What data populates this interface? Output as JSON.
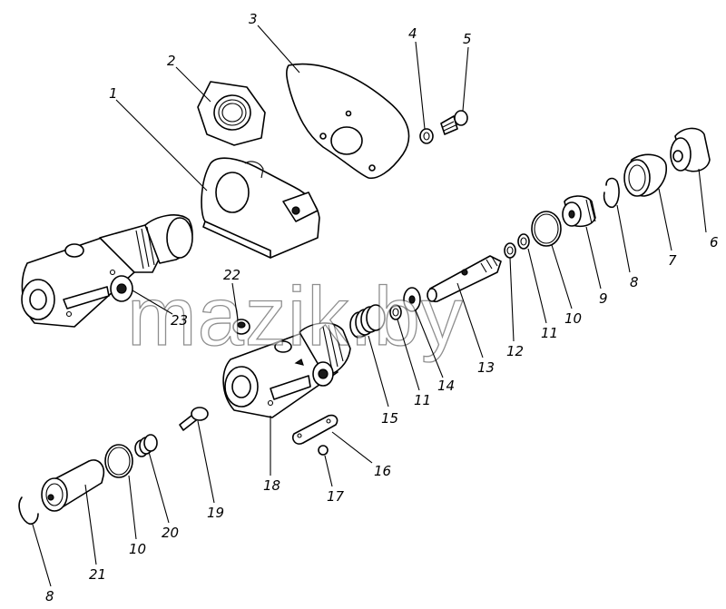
{
  "watermark": "mazik.by",
  "corner_mark": "",
  "callouts": [
    "1",
    "2",
    "3",
    "4",
    "5",
    "6",
    "7",
    "8",
    "9",
    "10",
    "11",
    "12",
    "13",
    "14",
    "15",
    "16",
    "17",
    "18",
    "19",
    "20",
    "21",
    "22",
    "23"
  ]
}
